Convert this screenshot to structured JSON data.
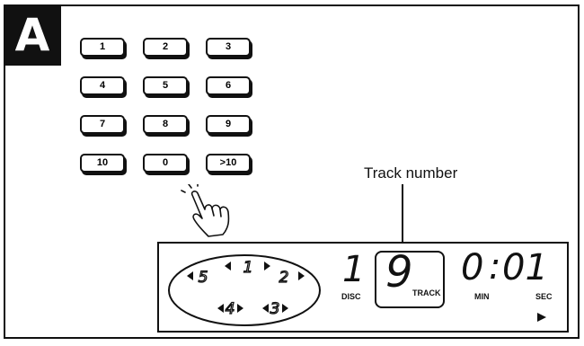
{
  "panel_letter": "A",
  "keypad": {
    "keys": [
      "1",
      "2",
      "3",
      "4",
      "5",
      "6",
      "7",
      "8",
      "9",
      "10",
      "0",
      ">10"
    ]
  },
  "callout": {
    "label": "Track number"
  },
  "display": {
    "disc_slots": [
      "1",
      "2",
      "3",
      "4",
      "5"
    ],
    "disc_number": "1",
    "disc_label": "DISC",
    "track_number": "9",
    "track_label": "TRACK",
    "time": {
      "minutes": "0",
      "separator": ":",
      "seconds": "01"
    },
    "min_label": "MIN",
    "sec_label": "SEC"
  },
  "icons": {
    "hand": "pointing-hand-icon",
    "play": "play-icon"
  }
}
